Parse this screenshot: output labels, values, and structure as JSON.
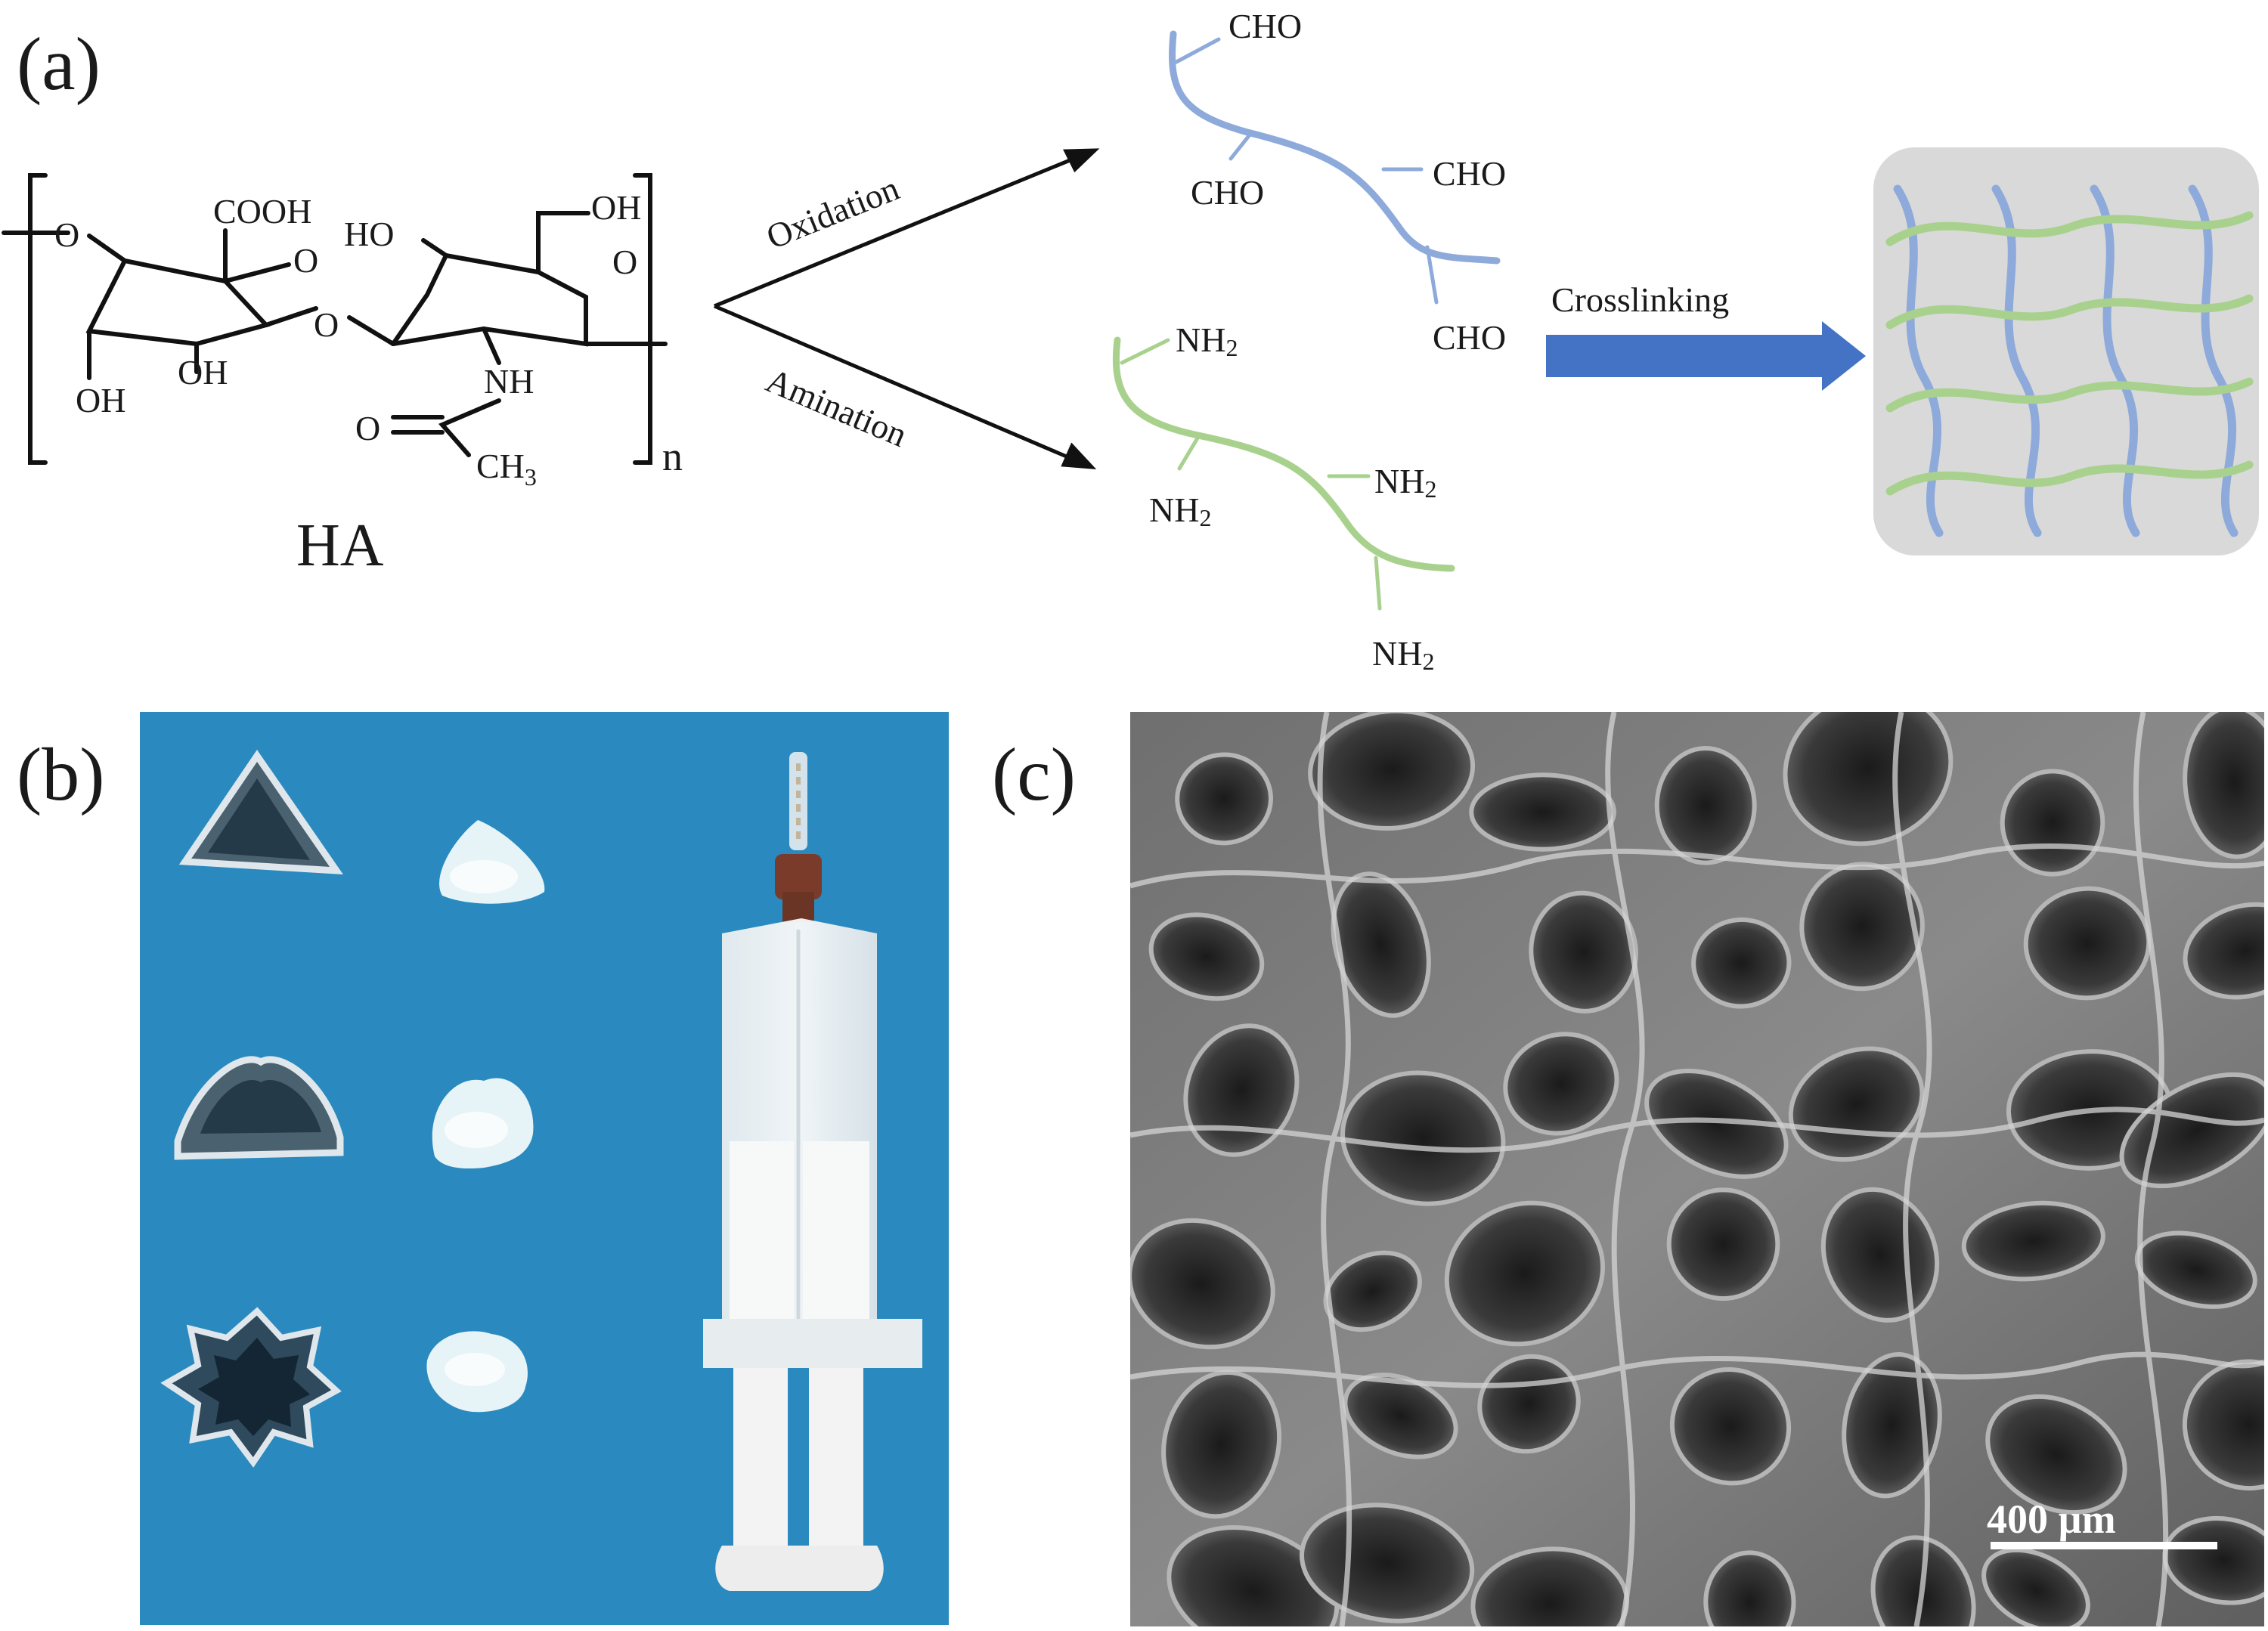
{
  "panels": {
    "a": {
      "label": "(a)"
    },
    "b": {
      "label": "(b)"
    },
    "c": {
      "label": "(c)"
    }
  },
  "structure": {
    "name": "HA",
    "repeat": "n",
    "groups": {
      "cooh": "COOH",
      "ho_top": "HO",
      "oh_top": "OH",
      "oh_bl": "OH",
      "oh_bm": "OH",
      "nh": "NH",
      "o_keto": "O",
      "ch3": "CH",
      "ch3_sub": "3",
      "ring_o": "O"
    }
  },
  "reactions": {
    "oxidation": "Oxidation",
    "amination": "Amination",
    "crosslinking": "Crosslinking"
  },
  "oxidized_chain": {
    "group": "CHO",
    "color": "#8eaadb"
  },
  "aminated_chain": {
    "group": "NH",
    "group_sub": "2",
    "color": "#a9d18e"
  },
  "arrow_color": "#4472c4",
  "network_bg": "#d9d9d9",
  "photo_bg": "#2e8ec2",
  "sem": {
    "scale_bar": "400 µm"
  }
}
